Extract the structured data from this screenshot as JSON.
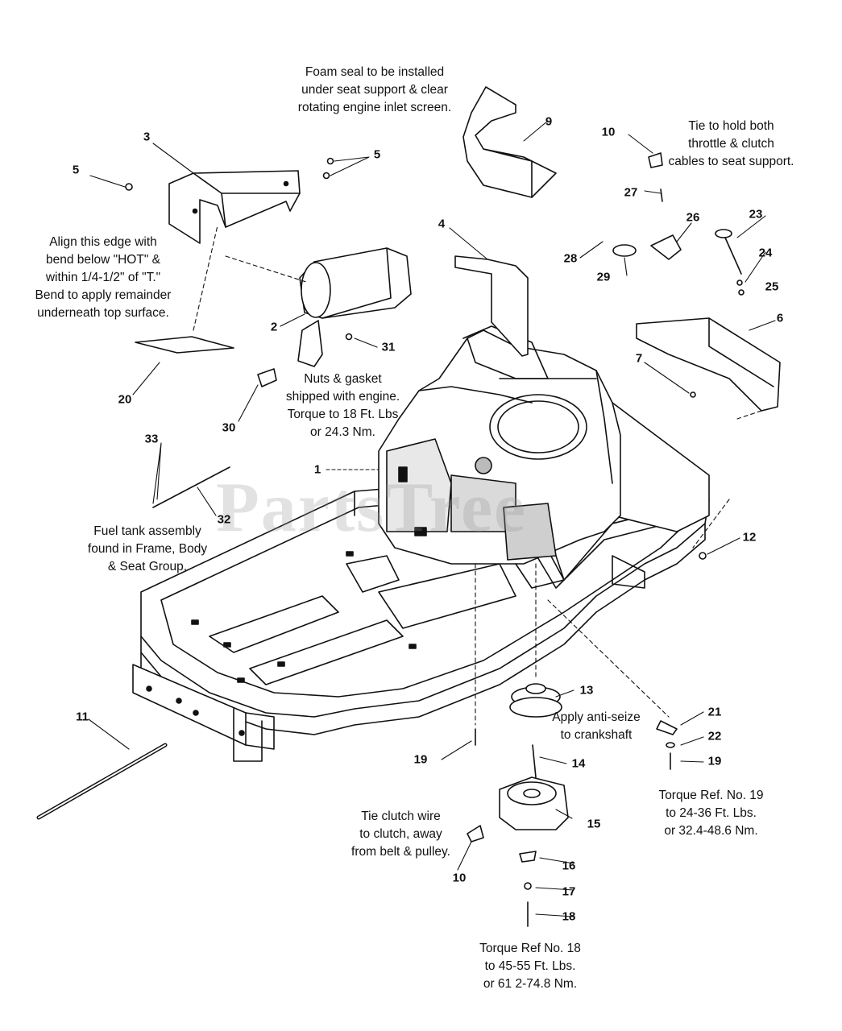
{
  "watermark": "PartsTree",
  "notes": {
    "foam_seal": "Foam seal to be installed\nunder seat support & clear\nrotating engine inlet screen.",
    "tie_cables": "Tie to hold both\nthrottle & clutch\ncables to seat support.",
    "align_edge": "Align this edge with\nbend below \"HOT\" &\nwithin 1/4-1/2\" of \"T.\"\nBend to apply remainder\nunderneath top surface.",
    "nuts_gasket": "Nuts & gasket\nshipped with engine.\nTorque to 18 Ft. Lbs\nor 24.3 Nm.",
    "fuel_tank": "Fuel tank assembly\nfound in Frame, Body\n& Seat Group.",
    "anti_seize": "Apply anti-seize\nto crankshaft",
    "torque_19": "Torque Ref. No. 19\nto 24-36 Ft. Lbs.\nor 32.4-48.6 Nm.",
    "tie_clutch": "Tie clutch wire\nto clutch, away\nfrom belt & pulley.",
    "torque_18": "Torque Ref No. 18\nto 45-55 Ft. Lbs.\nor 61 2-74.8 Nm."
  },
  "callouts": {
    "c1": "1",
    "c2": "2",
    "c3": "3",
    "c4": "4",
    "c5a": "5",
    "c5b": "5",
    "c6": "6",
    "c7": "7",
    "c9": "9",
    "c10a": "10",
    "c10b": "10",
    "c11": "11",
    "c12": "12",
    "c13": "13",
    "c14": "14",
    "c15": "15",
    "c16": "16",
    "c17": "17",
    "c18": "18",
    "c19a": "19",
    "c19b": "19",
    "c20": "20",
    "c21": "21",
    "c22": "22",
    "c23": "23",
    "c24": "24",
    "c25": "25",
    "c26": "26",
    "c27": "27",
    "c28": "28",
    "c29": "29",
    "c30": "30",
    "c31": "31",
    "c32": "32",
    "c33": "33"
  }
}
